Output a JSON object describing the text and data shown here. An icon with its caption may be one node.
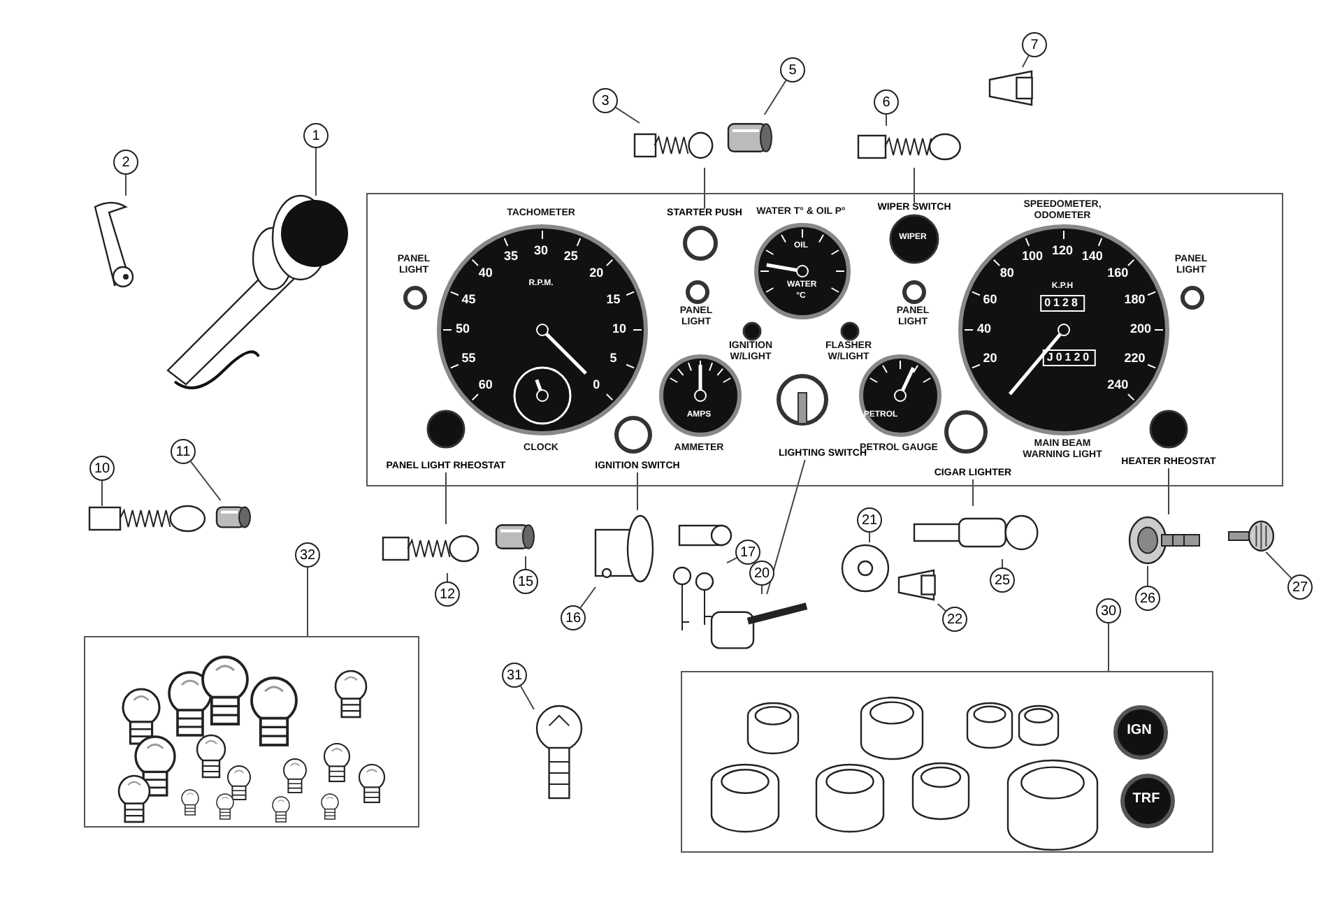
{
  "diagram": {
    "nodes": [
      {
        "text": [],
        "shape": "box"
      },
      {
        "text": [
          "STARTER PUSH"
        ],
        "in": 0
      },
      {
        "text": [
          "WIPER SWITCH"
        ],
        "in": 0
      },
      {
        "text": [
          "PANEL LIGHT RHEOSTAT"
        ],
        "in": 0
      },
      {
        "text": [
          "IGNITION SWITCH"
        ],
        "in": 0
      },
      {
        "text": [
          "LIGHTING SWITCH"
        ],
        "in": 0
      },
      {
        "text": [
          "CIGAR LIGHTER"
        ],
        "in": 0
      },
      {
        "text": [
          "HEATER RHEOSTAT"
        ],
        "in": 0
      },
      {
        "text": [
          "1"
        ]
      },
      {
        "text": [],
        "shape": "picture"
      },
      {
        "text": [
          "2"
        ]
      },
      {
        "text": [],
        "shape": "picture"
      },
      {
        "text": [
          "3"
        ]
      },
      {
        "text": [],
        "shape": "picture"
      },
      {
        "text": [
          "5"
        ]
      },
      {
        "text": [],
        "shape": "picture"
      },
      {
        "text": [
          "6"
        ]
      },
      {
        "text": [],
        "shape": "picture"
      },
      {
        "text": [
          "7"
        ]
      },
      {
        "text": [],
        "shape": "picture"
      },
      {
        "text": [
          "10"
        ]
      },
      {
        "text": [],
        "shape": "picture"
      },
      {
        "text": [
          "11"
        ]
      },
      {
        "text": [],
        "shape": "picture"
      },
      {
        "text": [
          "12"
        ]
      },
      {
        "text": [],
        "shape": "picture"
      },
      {
        "text": [
          "15"
        ]
      },
      {
        "text": [],
        "shape": "picture"
      },
      {
        "text": [
          "16"
        ]
      },
      {
        "text": [],
        "shape": "picture"
      },
      {
        "text": [
          "17"
        ]
      },
      {
        "text": [],
        "shape": "picture"
      },
      {
        "text": [
          "20"
        ]
      },
      {
        "text": [],
        "shape": "picture"
      },
      {
        "text": [
          "21"
        ]
      },
      {
        "text": [],
        "shape": "picture"
      },
      {
        "text": [
          "22"
        ]
      },
      {
        "text": [],
        "shape": "picture"
      },
      {
        "text": [
          "25"
        ]
      },
      {
        "text": [],
        "shape": "picture"
      },
      {
        "text": [
          "26"
        ]
      },
      {
        "text": [],
        "shape": "picture"
      },
      {
        "text": [
          "27"
        ]
      },
      {
        "text": [],
        "shape": "picture"
      },
      {
        "text": [
          "32"
        ]
      },
      {
        "text": [],
        "shape": "box"
      },
      {
        "text": [
          "31"
        ]
      },
      {
        "text": [],
        "shape": "picture"
      },
      {
        "text": [
          "30"
        ]
      },
      {
        "text": [],
        "shape": "box"
      }
    ],
    "edges": [
      {
        "from": 8,
        "to": 9,
        "arrow": "none"
      },
      {
        "from": 10,
        "to": 11,
        "arrow": "none"
      },
      {
        "from": 12,
        "to": 13,
        "arrow": "none"
      },
      {
        "from": 14,
        "to": 15,
        "arrow": "none"
      },
      {
        "from": 16,
        "to": 17,
        "arrow": "none"
      },
      {
        "from": 18,
        "to": 19,
        "arrow": "none"
      },
      {
        "from": 20,
        "to": 21,
        "arrow": "none"
      },
      {
        "from": 22,
        "to": 23,
        "arrow": "none"
      },
      {
        "from": 24,
        "to": 25,
        "arrow": "none"
      },
      {
        "from": 26,
        "to": 27,
        "arrow": "none"
      },
      {
        "from": 28,
        "to": 29,
        "arrow": "none"
      },
      {
        "from": 30,
        "to": 31,
        "arrow": "none"
      },
      {
        "from": 32,
        "to": 33,
        "arrow": "none"
      },
      {
        "from": 34,
        "to": 35,
        "arrow": "none"
      },
      {
        "from": 36,
        "to": 37,
        "arrow": "none"
      },
      {
        "from": 38,
        "to": 39,
        "arrow": "none"
      },
      {
        "from": 40,
        "to": 41,
        "arrow": "none"
      },
      {
        "from": 42,
        "to": 43,
        "arrow": "none"
      },
      {
        "from": 44,
        "to": 45,
        "arrow": "none"
      },
      {
        "from": 46,
        "to": 47,
        "arrow": "none"
      },
      {
        "from": 48,
        "to": 49,
        "arrow": "none"
      },
      {
        "from": 1,
        "to": 13,
        "arrow": "none"
      },
      {
        "from": 2,
        "to": 17,
        "arrow": "none"
      },
      {
        "from": 3,
        "to": 25,
        "arrow": "none"
      },
      {
        "from": 4,
        "to": 29,
        "arrow": "none"
      },
      {
        "from": 5,
        "to": 33,
        "arrow": "none"
      },
      {
        "from": 6,
        "to": 39,
        "arrow": "none"
      },
      {
        "from": 7,
        "to": 41,
        "arrow": "none"
      }
    ],
    "labels": [
      "TACHOMETER",
      "PANEL LIGHT",
      "30",
      "35",
      "25",
      "40",
      "20",
      "45",
      "15",
      "50",
      "10",
      "55",
      "5",
      "60",
      "0",
      "R.P.M.",
      "WATER T° & OIL P°",
      "OIL",
      "WATER °C",
      "WIPER",
      "SPEEDOMETER, ODOMETER",
      "120",
      "100",
      "140",
      "80",
      "160",
      "60",
      "180",
      "40",
      "200",
      "20",
      "220",
      "240",
      "K.P.H",
      "0128",
      "J0120",
      "PANEL LIGHT",
      "PANEL LIGHT",
      "PANEL LIGHT",
      "IGNITION W/LIGHT",
      "FLASHER W/LIGHT",
      "AMPS",
      "PETROL",
      "CLOCK",
      "AMMETER",
      "PETROL GAUGE",
      "MAIN BEAM WARNING LIGHT",
      "IGN",
      "TRF"
    ]
  }
}
